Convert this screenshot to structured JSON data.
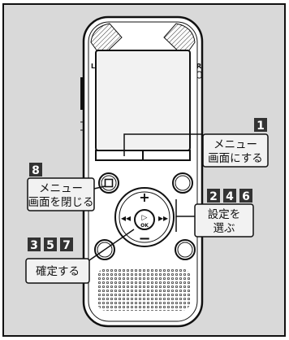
{
  "callouts": {
    "menu_open": {
      "number": "1",
      "line1": "メニュー",
      "line2": "画面にする"
    },
    "menu_close": {
      "number": "8",
      "line1": "メニュー",
      "line2": "画面を閉じる"
    },
    "select": {
      "numbers": [
        "2",
        "4",
        "6"
      ],
      "line1": "設定を",
      "line2": "選ぶ"
    },
    "confirm": {
      "numbers": [
        "3",
        "5",
        "7"
      ],
      "line1": "確定する"
    }
  },
  "device": {
    "mic_left_label": "L",
    "mic_right_label": "R",
    "plus_label": "+",
    "minus_label": "−",
    "ok_label": "OK",
    "play_symbol": "▷",
    "rewind_symbol": "◂◂",
    "forward_symbol": "▸▸",
    "stop_symbol": "□"
  },
  "colors": {
    "background": "#d9d9d9",
    "callout_fill": "#f2f2f2",
    "number_box": "#333333",
    "device_body": "#ffffff",
    "outline": "#111111"
  }
}
